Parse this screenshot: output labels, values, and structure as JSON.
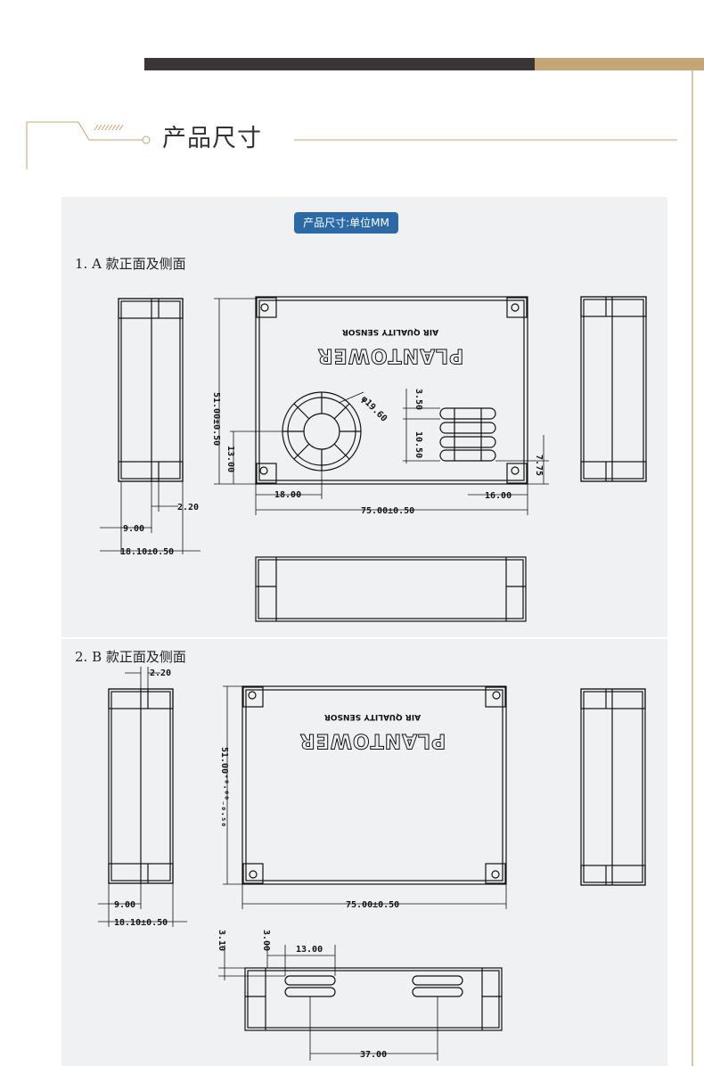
{
  "section": {
    "title": "产品尺寸"
  },
  "badge": {
    "label": "产品尺寸:单位MM"
  },
  "part_a": {
    "label": "1.  A 款正面及侧面",
    "brand": "PLANTOWER",
    "subtitle": "AIR QUALITY SENSOR",
    "dims": {
      "height": "51.00±0.50",
      "width": "75.00±0.50",
      "fan_dia": "φ19.60",
      "fan_center_y": "13.00",
      "fan_center_x": "18.00",
      "vent_top": "3.50",
      "vent_gap": "10.50",
      "vent_right": "16.00",
      "vent_bottom": "7.75",
      "side_step": "2.20",
      "side_half": "9.00",
      "side_depth": "18.10±0.50"
    }
  },
  "part_b": {
    "label": "2.  B 款正面及侧面",
    "brand": "PLANTOWER",
    "subtitle": "AIR QUALITY SENSOR",
    "dims": {
      "side_step": "2.20",
      "height": "51.00⁺⁰·⁰⁰₋₀.₅₀",
      "width": "75.00±0.50",
      "side_half": "9.00",
      "side_depth": "18.10±0.50",
      "bottom_offset": "3.10",
      "slot_offset": "3.00",
      "slot_width": "13.00",
      "slot_pitch": "37.00"
    }
  }
}
